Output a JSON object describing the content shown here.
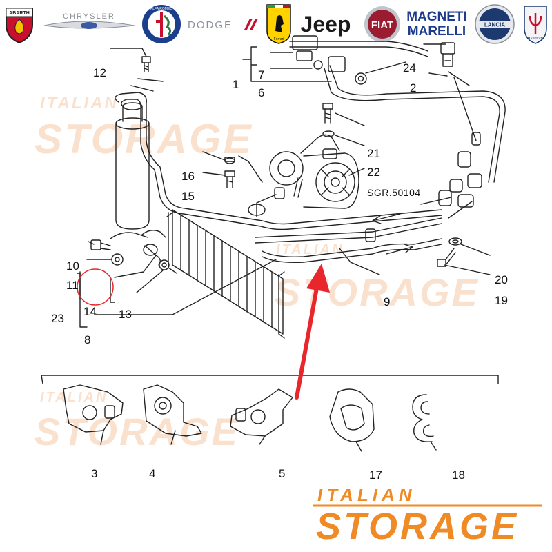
{
  "brands": [
    {
      "name": "ABARTH",
      "color": "#c8102e"
    },
    {
      "name": "CHRYSLER",
      "color": "#8a8f99"
    },
    {
      "name": "ALFA ROMEO",
      "color": "#1b3f8b"
    },
    {
      "name": "DODGE",
      "color": "#c8102e"
    },
    {
      "name": "Ferrari",
      "color": "#ffd200"
    },
    {
      "name": "Jeep",
      "color": "#111111"
    },
    {
      "name": "FIAT",
      "color": "#9b1b30"
    },
    {
      "name": "MAGNETI MARELLI",
      "color": "#1d3c8f"
    },
    {
      "name": "LANCIA",
      "color": "#1c3a70"
    },
    {
      "name": "MASERATI",
      "color": "#1c3a70"
    }
  ],
  "watermark": {
    "line1": "ITALIAN",
    "line2": "STORAGE",
    "color": "#f08a24"
  },
  "part_labels": {
    "p1": "1",
    "p2": "2",
    "p3": "3",
    "p4": "4",
    "p5": "5",
    "p6": "6",
    "p7": "7",
    "p8": "8",
    "p9": "9",
    "p10": "10",
    "p11": "11",
    "p12": "12",
    "p13": "13",
    "p14": "14",
    "p15": "15",
    "p16": "16",
    "p17": "17",
    "p18": "18",
    "p19": "19",
    "p20": "20",
    "p21": "21",
    "p22": "22",
    "p23": "23",
    "p24": "24"
  },
  "code_label": "SGR.50104",
  "highlight": {
    "part": "14",
    "circle_color": "#e8262b",
    "arrow_color": "#e8262b"
  }
}
